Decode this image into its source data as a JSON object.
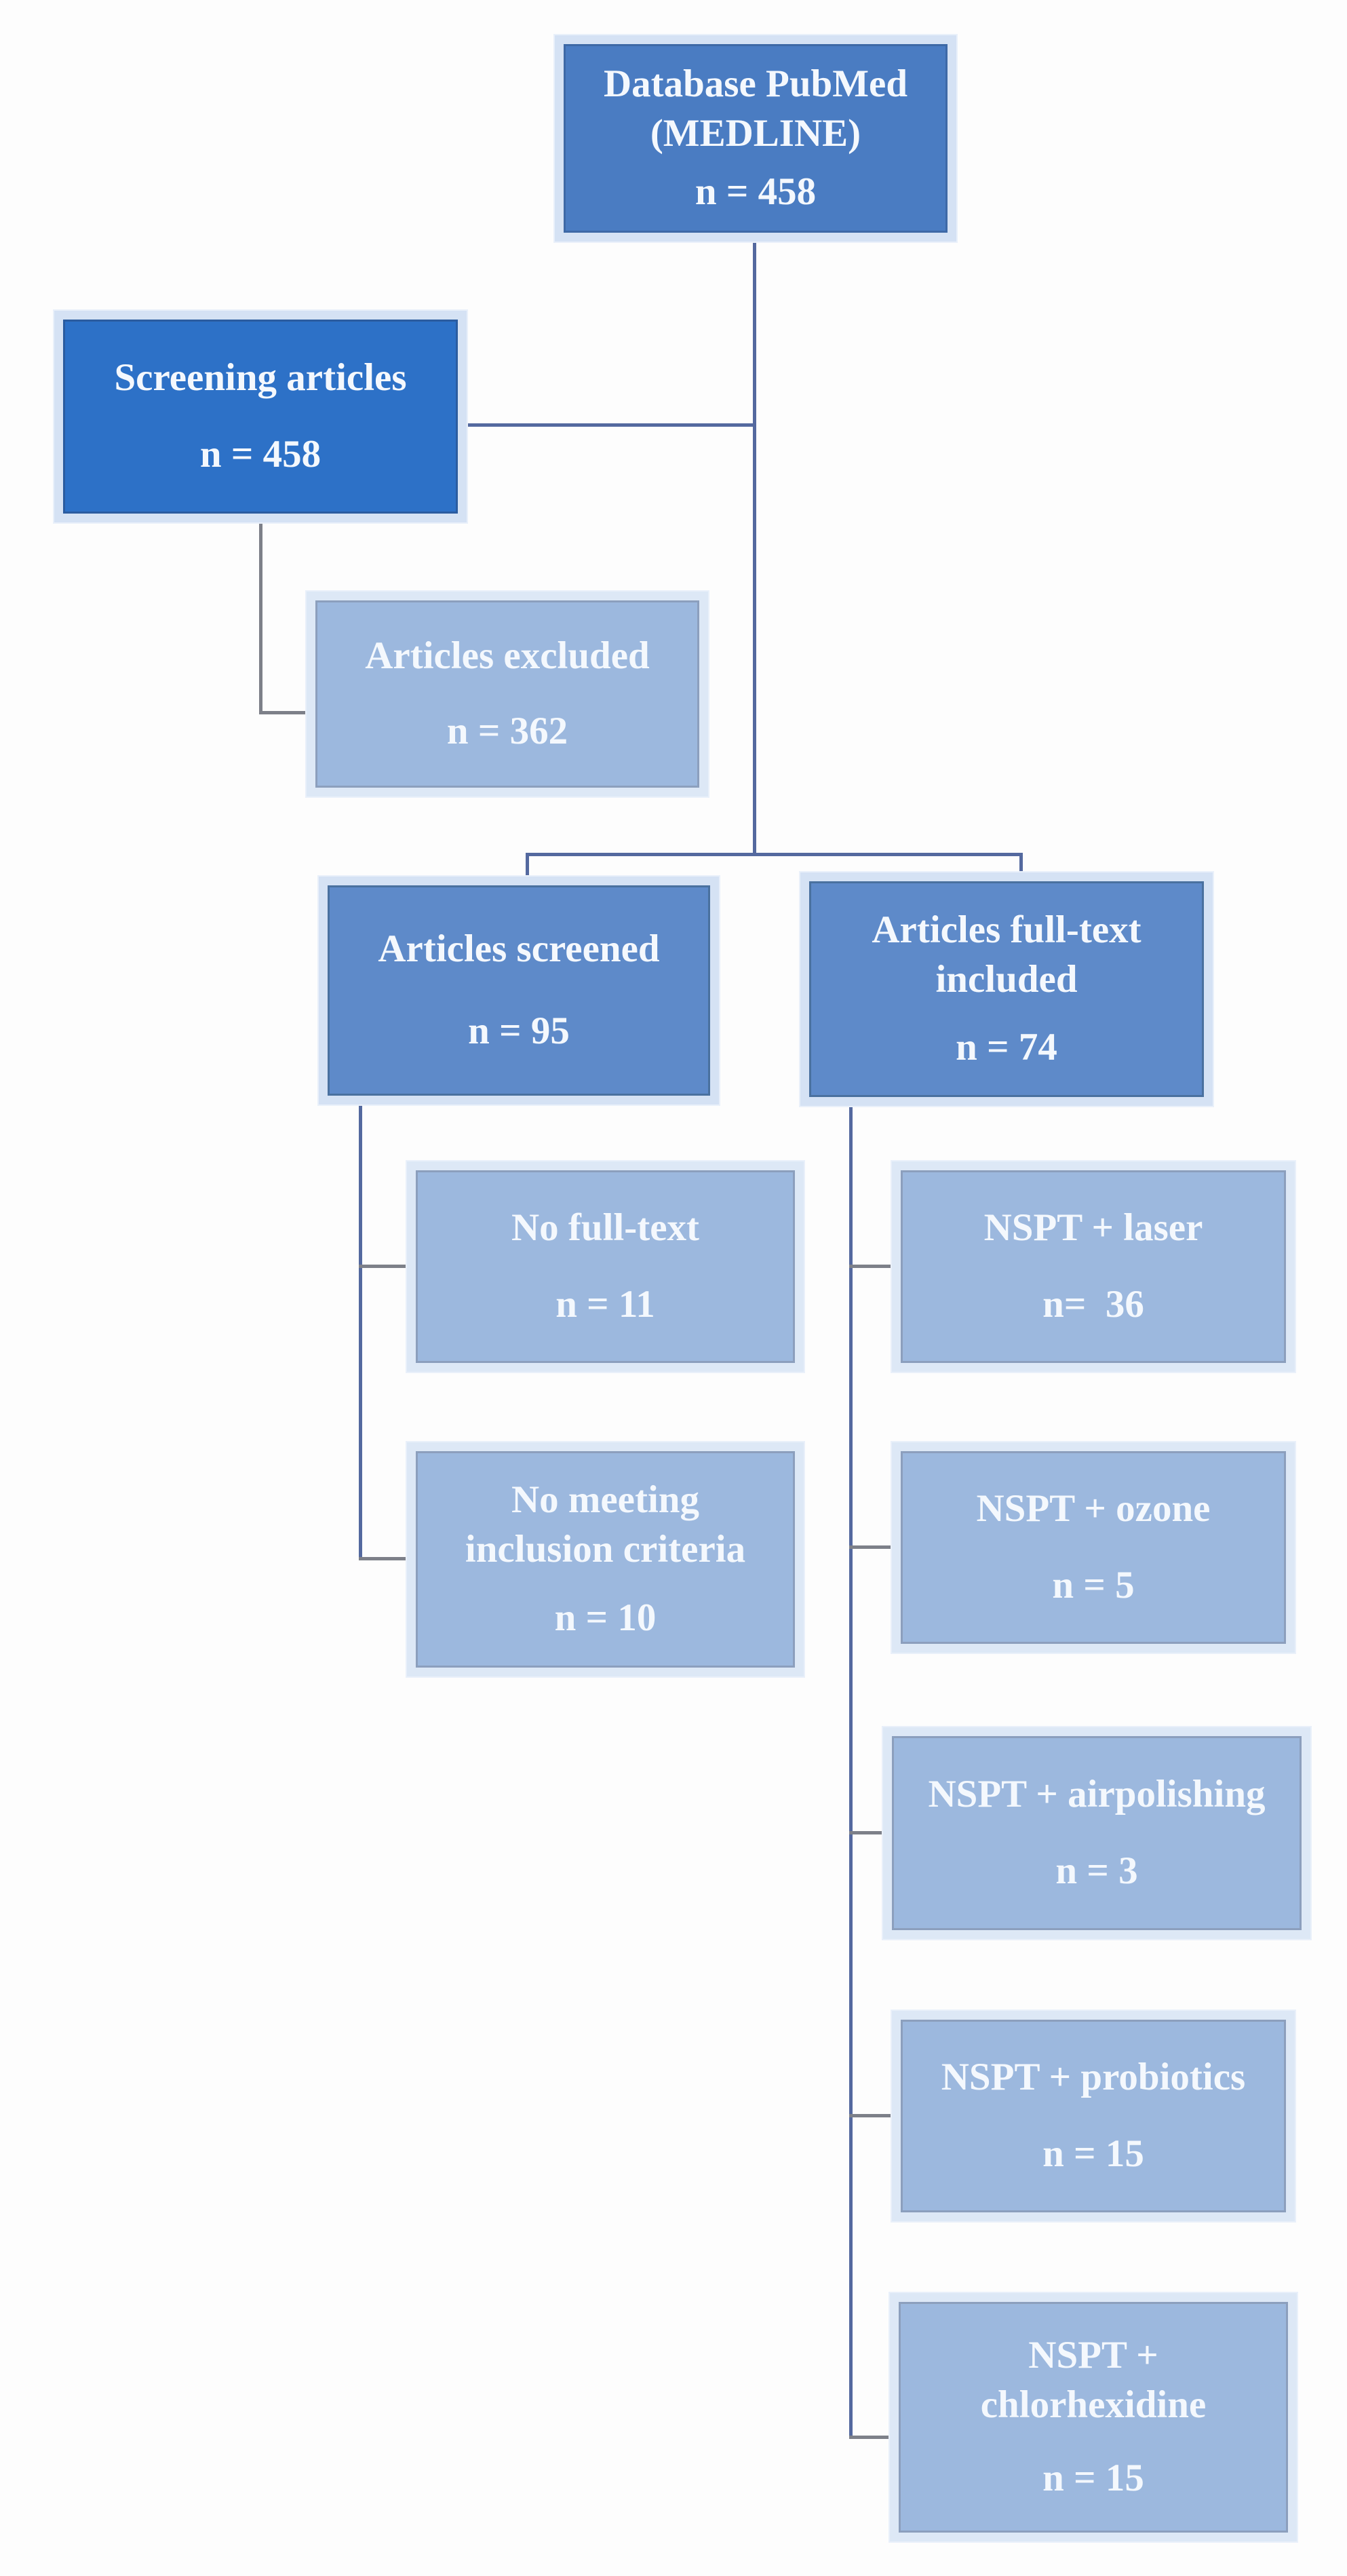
{
  "diagram": {
    "type": "prisma-flowchart",
    "nodes": [
      {
        "id": "database-pubmed",
        "label": "Database PubMed\n(MEDLINE)",
        "count": "n = 458"
      },
      {
        "id": "screening-articles",
        "label": "Screening articles",
        "count": "n = 458"
      },
      {
        "id": "articles-excluded",
        "label": "Articles excluded",
        "count": "n = 362"
      },
      {
        "id": "articles-screened",
        "label": "Articles screened",
        "count": "n = 95"
      },
      {
        "id": "articles-fulltext-included",
        "label": "Articles full-text\nincluded",
        "count": "n = 74"
      },
      {
        "id": "no-fulltext",
        "label": "No full-text",
        "count": "n = 11"
      },
      {
        "id": "no-meeting-inclusion-criteria",
        "label": "No meeting\ninclusion criteria",
        "count": "n = 10"
      },
      {
        "id": "nspt-laser",
        "label": "NSPT + laser",
        "count": "n=  36"
      },
      {
        "id": "nspt-ozone",
        "label": "NSPT + ozone",
        "count": "n = 5"
      },
      {
        "id": "nspt-airpolishing",
        "label": "NSPT + airpolishing",
        "count": "n = 3"
      },
      {
        "id": "nspt-probiotics",
        "label": "NSPT + probiotics",
        "count": "n = 15"
      },
      {
        "id": "nspt-chlorhexidine",
        "label": "NSPT +\nchlorhexidine",
        "count": "n = 15"
      }
    ],
    "edges": [
      {
        "from": "database-pubmed",
        "to": "screening-articles"
      },
      {
        "from": "screening-articles",
        "to": "articles-excluded"
      },
      {
        "from": "database-pubmed",
        "to": "articles-screened"
      },
      {
        "from": "database-pubmed",
        "to": "articles-fulltext-included"
      },
      {
        "from": "articles-screened",
        "to": "no-fulltext"
      },
      {
        "from": "articles-screened",
        "to": "no-meeting-inclusion-criteria"
      },
      {
        "from": "articles-fulltext-included",
        "to": "nspt-laser"
      },
      {
        "from": "articles-fulltext-included",
        "to": "nspt-ozone"
      },
      {
        "from": "articles-fulltext-included",
        "to": "nspt-airpolishing"
      },
      {
        "from": "articles-fulltext-included",
        "to": "nspt-probiotics"
      },
      {
        "from": "articles-fulltext-included",
        "to": "nspt-chlorhexidine"
      }
    ],
    "colors": {
      "box_dark_blue": "#2d71c7",
      "box_medium_dark_blue": "#4a7cc2",
      "box_medium_blue": "#5e8ac9",
      "box_light_blue": "#9cb8de",
      "box_frame": "#d5e2f4",
      "connector_blue": "#54699f",
      "connector_gray": "#7d8089",
      "text": "#f4f8fd",
      "background": "#fdfdfd"
    }
  }
}
